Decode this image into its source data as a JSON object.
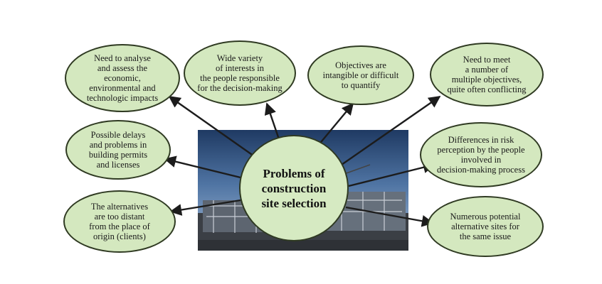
{
  "diagram": {
    "center": "Problems of\nconstruction\nsite selection",
    "nodes": [
      {
        "id": "n1",
        "text": "Need to analyse\nand assess the\neconomic,\nenvironmental and\ntechnologic impacts"
      },
      {
        "id": "n2",
        "text": "Wide variety\nof interests in\nthe people responsible\nfor the decision-making"
      },
      {
        "id": "n3",
        "text": "Objectives are\nintangible or difficult\nto quantify"
      },
      {
        "id": "n4",
        "text": "Need to meet\na number of\nmultiple objectives,\nquite often conflicting"
      },
      {
        "id": "n5",
        "text": "Possible delays\nand problems in\nbuilding permits\nand licenses"
      },
      {
        "id": "n6",
        "text": "Differences in risk\nperception by the people\ninvolved in\ndecision-making process"
      },
      {
        "id": "n7",
        "text": "The alternatives\nare too distant\nfrom the place of\norigin (clients)"
      },
      {
        "id": "n8",
        "text": "Numerous potential\nalternative sites for\nthe same issue"
      }
    ],
    "colors": {
      "node_fill": "#d4e8bf",
      "node_border": "#2f3a22",
      "arrow": "#1c1c1c"
    }
  }
}
